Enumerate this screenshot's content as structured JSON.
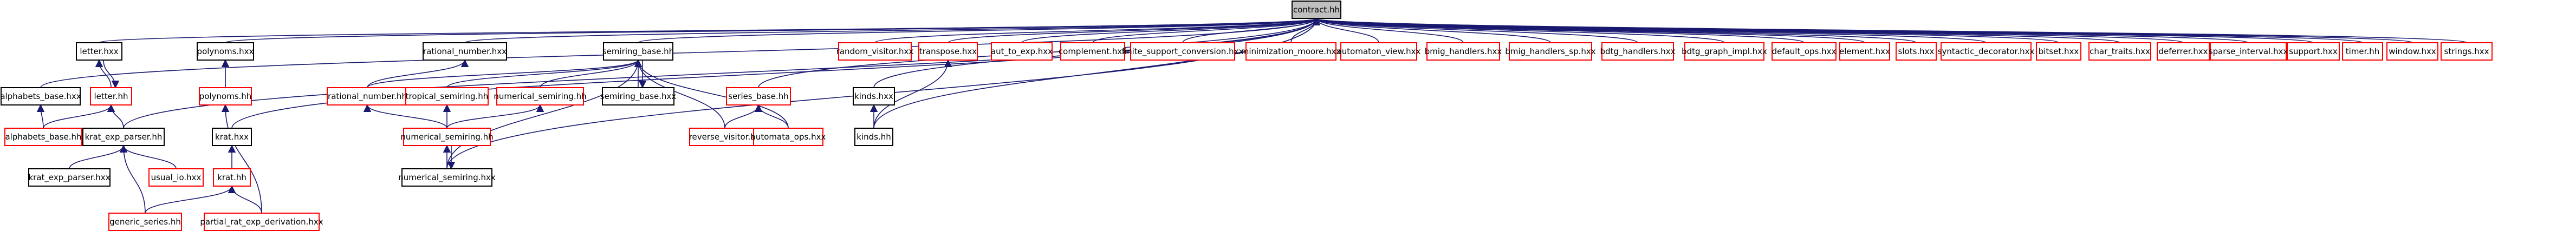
{
  "colors": {
    "root_fill": "#bfbfbf",
    "black_border": "#000000",
    "red_border": "#ff0000",
    "edge": "#191970",
    "text": "#000000",
    "background": "#ffffff"
  },
  "graph": {
    "nodes": [
      {
        "id": "contract_hh",
        "label": "contract.hh",
        "style": "root"
      },
      {
        "id": "letter_hxx",
        "label": "letter.hxx",
        "style": "black"
      },
      {
        "id": "alphabets_base_hxx",
        "label": "alphabets_base.hxx",
        "style": "black"
      },
      {
        "id": "letter_hh",
        "label": "letter.hh",
        "style": "red"
      },
      {
        "id": "alphabets_base_hh",
        "label": "alphabets_base.hh",
        "style": "red"
      },
      {
        "id": "krat_exp_parser_hh",
        "label": "krat_exp_parser.hh",
        "style": "black"
      },
      {
        "id": "krat_exp_parser_hxx",
        "label": "krat_exp_parser.hxx",
        "style": "black"
      },
      {
        "id": "usual_io_hxx",
        "label": "usual_io.hxx",
        "style": "red"
      },
      {
        "id": "generic_series_hh",
        "label": "generic_series.hh",
        "style": "red"
      },
      {
        "id": "polynoms_hxx",
        "label": "polynoms.hxx",
        "style": "black"
      },
      {
        "id": "polynoms_hh",
        "label": "polynoms.hh",
        "style": "red"
      },
      {
        "id": "krat_hxx",
        "label": "krat.hxx",
        "style": "black"
      },
      {
        "id": "krat_hh",
        "label": "krat.hh",
        "style": "red"
      },
      {
        "id": "partial_rat_exp_derivation_hxx",
        "label": "partial_rat_exp_derivation.hxx",
        "style": "red"
      },
      {
        "id": "rational_number_hxx",
        "label": "rational_number.hxx",
        "style": "black"
      },
      {
        "id": "rational_number_hh",
        "label": "rational_number.hh",
        "style": "red"
      },
      {
        "id": "tropical_semiring_hh",
        "label": "tropical_semiring.hh",
        "style": "red"
      },
      {
        "id": "numerical_semiring_hh_b",
        "label": "numerical_semiring.hh",
        "style": "red"
      },
      {
        "id": "numerical_semiring_hh",
        "label": "numerical_semiring.hh",
        "style": "red"
      },
      {
        "id": "numerical_semiring_hxx",
        "label": "numerical_semiring.hxx",
        "style": "black"
      },
      {
        "id": "semiring_base_hh",
        "label": "semiring_base.hh",
        "style": "black"
      },
      {
        "id": "semiring_base_hxx",
        "label": "semiring_base.hxx",
        "style": "black"
      },
      {
        "id": "series_base_hh",
        "label": "series_base.hh",
        "style": "red"
      },
      {
        "id": "reverse_visitor_hh",
        "label": "reverse_visitor.hh",
        "style": "red"
      },
      {
        "id": "automata_ops_hxx",
        "label": "automata_ops.hxx",
        "style": "red"
      },
      {
        "id": "random_visitor_hxx",
        "label": "random_visitor.hxx",
        "style": "red"
      },
      {
        "id": "transpose_hxx",
        "label": "transpose.hxx",
        "style": "red"
      },
      {
        "id": "kinds_hxx",
        "label": "kinds.hxx",
        "style": "black"
      },
      {
        "id": "kinds_hh",
        "label": "kinds.hh",
        "style": "black"
      },
      {
        "id": "aut_to_exp_hxx",
        "label": "aut_to_exp.hxx",
        "style": "red"
      },
      {
        "id": "complement_hxx",
        "label": "complement.hxx",
        "style": "red"
      },
      {
        "id": "finite_support_conversion_hxx",
        "label": "finite_support_conversion.hxx",
        "style": "red"
      },
      {
        "id": "minimization_moore_hxx",
        "label": "minimization_moore.hxx",
        "style": "red"
      },
      {
        "id": "automaton_view_hxx",
        "label": "automaton_view.hxx",
        "style": "red"
      },
      {
        "id": "bmig_handlers_hxx",
        "label": "bmig_handlers.hxx",
        "style": "red"
      },
      {
        "id": "bmig_handlers_sp_hxx",
        "label": "bmig_handlers_sp.hxx",
        "style": "red"
      },
      {
        "id": "bdtg_handlers_hxx",
        "label": "bdtg_handlers.hxx",
        "style": "red"
      },
      {
        "id": "bdtg_graph_impl_hxx",
        "label": "bdtg_graph_impl.hxx",
        "style": "red"
      },
      {
        "id": "default_ops_hxx",
        "label": "default_ops.hxx",
        "style": "red"
      },
      {
        "id": "element_hxx",
        "label": "element.hxx",
        "style": "red"
      },
      {
        "id": "slots_hxx",
        "label": "slots.hxx",
        "style": "red"
      },
      {
        "id": "syntactic_decorator_hxx",
        "label": "syntactic_decorator.hxx",
        "style": "red"
      },
      {
        "id": "bitset_hxx",
        "label": "bitset.hxx",
        "style": "red"
      },
      {
        "id": "char_traits_hxx",
        "label": "char_traits.hxx",
        "style": "red"
      },
      {
        "id": "deferrer_hxx",
        "label": "deferrer.hxx",
        "style": "red"
      },
      {
        "id": "sparse_interval_hxx",
        "label": "sparse_interval.hxx",
        "style": "red"
      },
      {
        "id": "support_hxx",
        "label": "support.hxx",
        "style": "red"
      },
      {
        "id": "timer_hh",
        "label": "timer.hh",
        "style": "red"
      },
      {
        "id": "window_hxx",
        "label": "window.hxx",
        "style": "red"
      },
      {
        "id": "strings_hxx",
        "label": "strings.hxx",
        "style": "red"
      }
    ],
    "edges": [
      [
        "letter_hxx",
        "contract_hh"
      ],
      [
        "alphabets_base_hxx",
        "contract_hh"
      ],
      [
        "krat_exp_parser_hh",
        "contract_hh"
      ],
      [
        "polynoms_hxx",
        "contract_hh"
      ],
      [
        "krat_hxx",
        "contract_hh"
      ],
      [
        "rational_number_hxx",
        "contract_hh"
      ],
      [
        "numerical_semiring_hxx",
        "contract_hh"
      ],
      [
        "semiring_base_hh",
        "contract_hh"
      ],
      [
        "series_base_hh",
        "contract_hh"
      ],
      [
        "random_visitor_hxx",
        "contract_hh"
      ],
      [
        "transpose_hxx",
        "contract_hh"
      ],
      [
        "kinds_hxx",
        "contract_hh"
      ],
      [
        "aut_to_exp_hxx",
        "contract_hh"
      ],
      [
        "complement_hxx",
        "contract_hh"
      ],
      [
        "finite_support_conversion_hxx",
        "contract_hh"
      ],
      [
        "minimization_moore_hxx",
        "contract_hh"
      ],
      [
        "automaton_view_hxx",
        "contract_hh"
      ],
      [
        "bmig_handlers_hxx",
        "contract_hh"
      ],
      [
        "bmig_handlers_sp_hxx",
        "contract_hh"
      ],
      [
        "bdtg_handlers_hxx",
        "contract_hh"
      ],
      [
        "bdtg_graph_impl_hxx",
        "contract_hh"
      ],
      [
        "default_ops_hxx",
        "contract_hh"
      ],
      [
        "element_hxx",
        "contract_hh"
      ],
      [
        "slots_hxx",
        "contract_hh"
      ],
      [
        "syntactic_decorator_hxx",
        "contract_hh"
      ],
      [
        "bitset_hxx",
        "contract_hh"
      ],
      [
        "char_traits_hxx",
        "contract_hh"
      ],
      [
        "deferrer_hxx",
        "contract_hh"
      ],
      [
        "sparse_interval_hxx",
        "contract_hh"
      ],
      [
        "support_hxx",
        "contract_hh"
      ],
      [
        "timer_hh",
        "contract_hh"
      ],
      [
        "window_hxx",
        "contract_hh"
      ],
      [
        "strings_hxx",
        "contract_hh"
      ],
      [
        "letter_hh",
        "letter_hxx"
      ],
      [
        "letter_hxx",
        "letter_hh"
      ],
      [
        "alphabets_base_hh",
        "alphabets_base_hxx"
      ],
      [
        "alphabets_base_hh",
        "letter_hh"
      ],
      [
        "krat_exp_parser_hxx",
        "krat_exp_parser_hh"
      ],
      [
        "usual_io_hxx",
        "krat_exp_parser_hh"
      ],
      [
        "generic_series_hh",
        "krat_exp_parser_hh"
      ],
      [
        "krat_exp_parser_hh",
        "letter_hh"
      ],
      [
        "polynoms_hh",
        "polynoms_hxx"
      ],
      [
        "krat_hh",
        "krat_hxx"
      ],
      [
        "generic_series_hh",
        "krat_hh"
      ],
      [
        "partial_rat_exp_derivation_hxx",
        "krat_hh"
      ],
      [
        "rational_number_hh",
        "rational_number_hxx"
      ],
      [
        "numerical_semiring_hh",
        "rational_number_hh"
      ],
      [
        "numerical_semiring_hh",
        "tropical_semiring_hh"
      ],
      [
        "numerical_semiring_hh",
        "numerical_semiring_hh_b"
      ],
      [
        "numerical_semiring_hxx",
        "numerical_semiring_hh"
      ],
      [
        "numerical_semiring_hh",
        "numerical_semiring_hxx"
      ],
      [
        "semiring_base_hxx",
        "semiring_base_hh"
      ],
      [
        "semiring_base_hh",
        "semiring_base_hxx"
      ],
      [
        "rational_number_hh",
        "semiring_base_hh"
      ],
      [
        "tropical_semiring_hh",
        "semiring_base_hh"
      ],
      [
        "numerical_semiring_hh_b",
        "semiring_base_hh"
      ],
      [
        "numerical_semiring_hxx",
        "semiring_base_hh"
      ],
      [
        "reverse_visitor_hh",
        "semiring_base_hh"
      ],
      [
        "automata_ops_hxx",
        "semiring_base_hh"
      ],
      [
        "reverse_visitor_hh",
        "series_base_hh"
      ],
      [
        "automata_ops_hxx",
        "series_base_hh"
      ],
      [
        "kinds_hh",
        "kinds_hxx"
      ],
      [
        "kinds_hh",
        "transpose_hxx"
      ],
      [
        "kinds_hh",
        "contract_hh"
      ],
      [
        "partial_rat_exp_derivation_hxx",
        "polynoms_hh"
      ]
    ]
  }
}
